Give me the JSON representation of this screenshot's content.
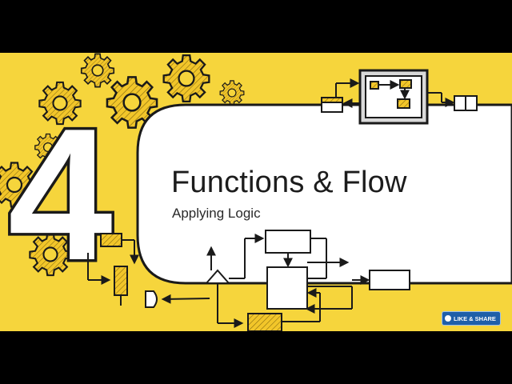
{
  "slide": {
    "chapter_number": "4",
    "title": "Functions & Flow",
    "subtitle": "Applying Logic"
  },
  "badge": {
    "label": "LIKE & SHARE",
    "icon": "circle-icon"
  },
  "colors": {
    "background_yellow": "#f6d53c",
    "card_white": "#ffffff",
    "ink": "#1a1a1a",
    "badge_blue": "#1f5fa8"
  }
}
